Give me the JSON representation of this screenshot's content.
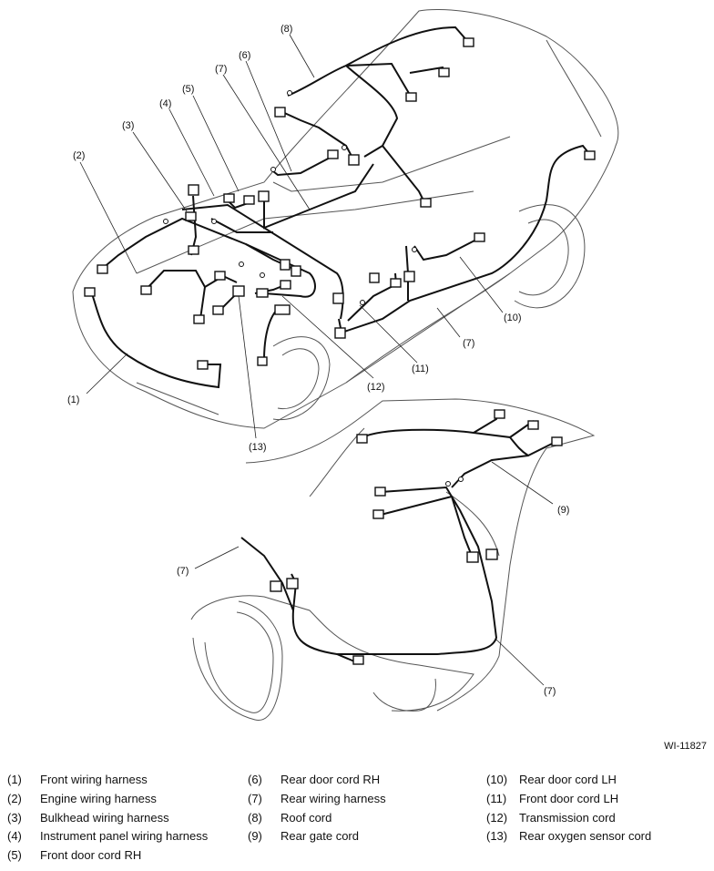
{
  "figure_id": "WI-11827",
  "callouts": {
    "c1": "(1)",
    "c2": "(2)",
    "c3": "(3)",
    "c4": "(4)",
    "c5": "(5)",
    "c6": "(6)",
    "c7a": "(7)",
    "c7b": "(7)",
    "c7c": "(7)",
    "c7d": "(7)",
    "c8": "(8)",
    "c9": "(9)",
    "c10": "(10)",
    "c11": "(11)",
    "c12": "(12)",
    "c13": "(13)"
  },
  "legend": [
    {
      "num": "(1)",
      "label": "Front wiring harness"
    },
    {
      "num": "(2)",
      "label": "Engine wiring harness"
    },
    {
      "num": "(3)",
      "label": "Bulkhead wiring harness"
    },
    {
      "num": "(4)",
      "label": "Instrument panel wiring harness"
    },
    {
      "num": "(5)",
      "label": "Front door cord RH"
    },
    {
      "num": "(6)",
      "label": "Rear door cord RH"
    },
    {
      "num": "(7)",
      "label": "Rear wiring harness"
    },
    {
      "num": "(8)",
      "label": "Roof cord"
    },
    {
      "num": "(9)",
      "label": "Rear gate cord"
    },
    {
      "num": "(10)",
      "label": "Rear door cord LH"
    },
    {
      "num": "(11)",
      "label": "Front door cord LH"
    },
    {
      "num": "(12)",
      "label": "Transmission cord"
    },
    {
      "num": "(13)",
      "label": "Rear oxygen sensor cord"
    }
  ]
}
